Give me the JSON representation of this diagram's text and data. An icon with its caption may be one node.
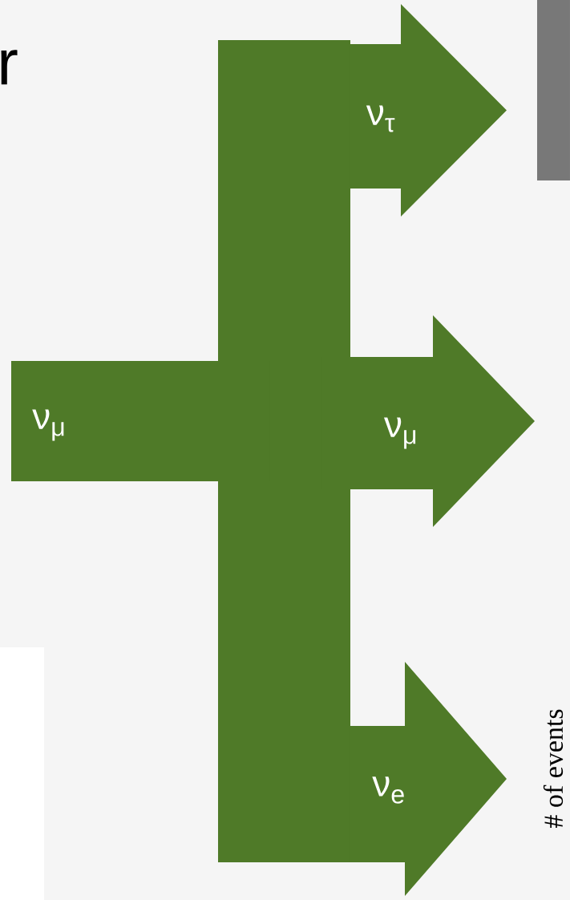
{
  "diagram": {
    "nodes": [
      {
        "text": [
          "ν$_{μ}$"
        ]
      },
      {
        "text": [],
        "shape": "bar"
      },
      {
        "text": [
          "ν$_{τ}$"
        ]
      },
      {
        "text": [
          "ν$_{μ}$"
        ]
      },
      {
        "text": [
          "ν$_{e}$"
        ]
      }
    ],
    "labels": [
      "r",
      "# of events"
    ]
  }
}
